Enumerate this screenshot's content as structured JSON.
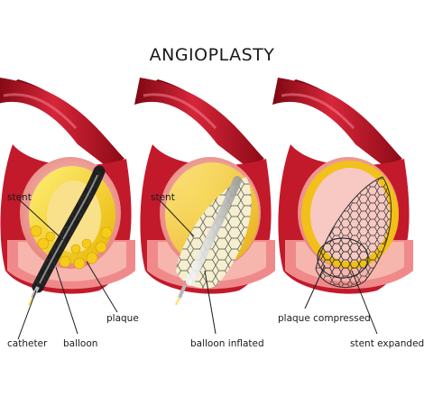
{
  "title": "ANGIOPLASTY",
  "colors": {
    "vessel_outer": "#b0101e",
    "vessel_mid": "#d7263a",
    "vessel_inner": "#f4a9a4",
    "lumen": "#f7c9c2",
    "plaque": "#f2c40c",
    "plaque_light": "#fae37a",
    "catheter": "#2a2a2a",
    "stent": "#3a3a3a",
    "balloon": "#d8d8d8"
  },
  "panels": [
    {
      "stage": "before",
      "labels": {
        "stent": "stent",
        "plaque": "plaque",
        "catheter": "catheter",
        "balloon": "balloon"
      }
    },
    {
      "stage": "inflated",
      "labels": {
        "stent": "stent",
        "balloon": "balloon inflated"
      }
    },
    {
      "stage": "after",
      "labels": {
        "plaque": "plaque compressed",
        "stent": "stent expanded"
      }
    }
  ]
}
